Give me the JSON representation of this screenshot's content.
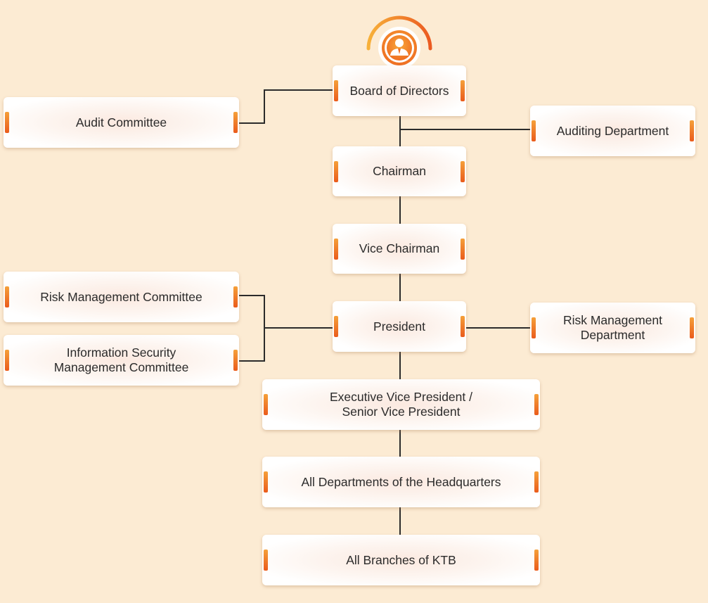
{
  "org_chart": {
    "nodes": {
      "board": "Board of Directors",
      "audit_committee": "Audit Committee",
      "auditing_department": "Auditing Department",
      "chairman": "Chairman",
      "vice_chairman": "Vice Chairman",
      "president": "President",
      "risk_committee": "Risk Management Committee",
      "infosec_committee": "Information Security\nManagement Committee",
      "risk_department": "Risk Management\nDepartment",
      "evp": "Executive Vice President /\nSenior Vice President",
      "hq_departments": "All Departments of the Headquarters",
      "branches": "All Branches of KTB"
    },
    "icon": "person-icon",
    "colors": {
      "background": "#fcebd3",
      "accent": "#f08a2a",
      "line": "#2b2b2b"
    }
  }
}
